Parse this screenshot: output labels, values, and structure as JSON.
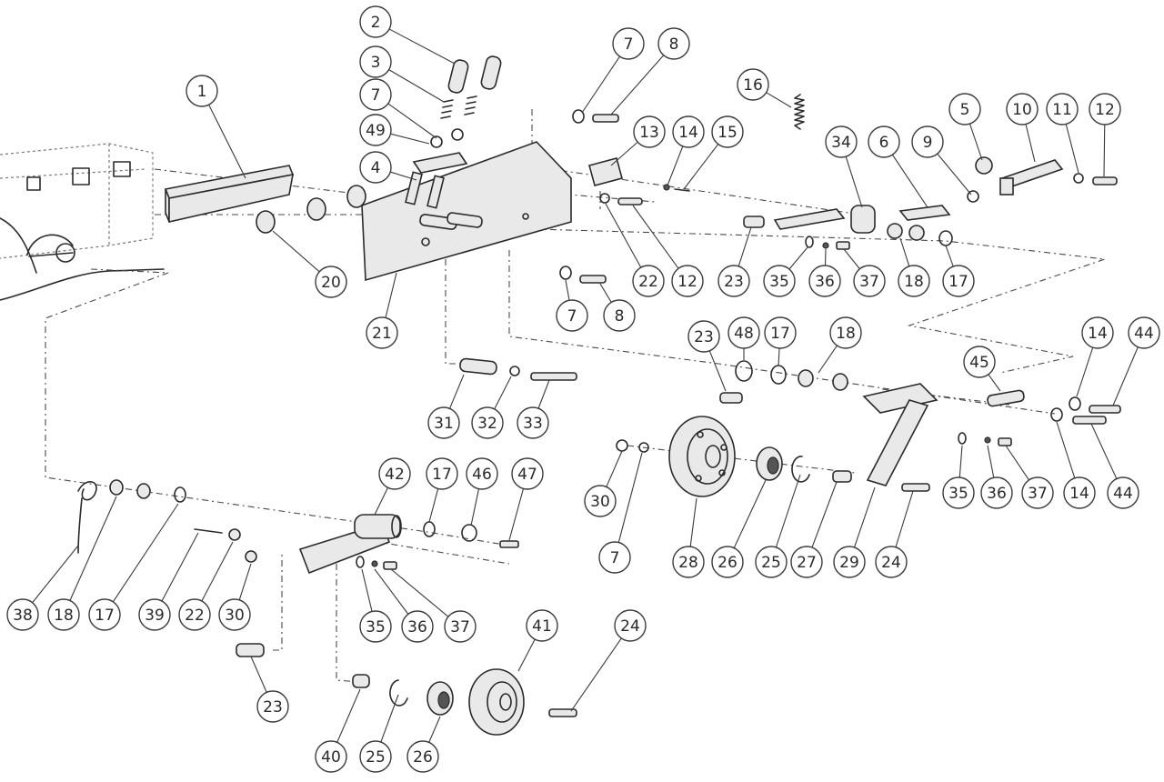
{
  "callouts": [
    {
      "id": "c1",
      "number": "1"
    },
    {
      "id": "c2",
      "number": "2"
    },
    {
      "id": "c3",
      "number": "3"
    },
    {
      "id": "c7a",
      "number": "7"
    },
    {
      "id": "c49",
      "number": "49"
    },
    {
      "id": "c4",
      "number": "4"
    },
    {
      "id": "c7b",
      "number": "7"
    },
    {
      "id": "c8a",
      "number": "8"
    },
    {
      "id": "c16",
      "number": "16"
    },
    {
      "id": "c13",
      "number": "13"
    },
    {
      "id": "c14a",
      "number": "14"
    },
    {
      "id": "c15",
      "number": "15"
    },
    {
      "id": "c34",
      "number": "34"
    },
    {
      "id": "c6",
      "number": "6"
    },
    {
      "id": "c9",
      "number": "9"
    },
    {
      "id": "c5",
      "number": "5"
    },
    {
      "id": "c10",
      "number": "10"
    },
    {
      "id": "c11",
      "number": "11"
    },
    {
      "id": "c12a",
      "number": "12"
    },
    {
      "id": "c20",
      "number": "20"
    },
    {
      "id": "c21",
      "number": "21"
    },
    {
      "id": "c22a",
      "number": "22"
    },
    {
      "id": "c12b",
      "number": "12"
    },
    {
      "id": "c7c",
      "number": "7"
    },
    {
      "id": "c8b",
      "number": "8"
    },
    {
      "id": "c23a",
      "number": "23"
    },
    {
      "id": "c35a",
      "number": "35"
    },
    {
      "id": "c36a",
      "number": "36"
    },
    {
      "id": "c37a",
      "number": "37"
    },
    {
      "id": "c18a",
      "number": "18"
    },
    {
      "id": "c17a",
      "number": "17"
    },
    {
      "id": "c23b",
      "number": "23"
    },
    {
      "id": "c48",
      "number": "48"
    },
    {
      "id": "c17b",
      "number": "17"
    },
    {
      "id": "c18b",
      "number": "18"
    },
    {
      "id": "c45",
      "number": "45"
    },
    {
      "id": "c14b",
      "number": "14"
    },
    {
      "id": "c44a",
      "number": "44"
    },
    {
      "id": "c31",
      "number": "31"
    },
    {
      "id": "c32",
      "number": "32"
    },
    {
      "id": "c33",
      "number": "33"
    },
    {
      "id": "c42",
      "number": "42"
    },
    {
      "id": "c17c",
      "number": "17"
    },
    {
      "id": "c46",
      "number": "46"
    },
    {
      "id": "c47",
      "number": "47"
    },
    {
      "id": "c30a",
      "number": "30"
    },
    {
      "id": "c7d",
      "number": "7"
    },
    {
      "id": "c28",
      "number": "28"
    },
    {
      "id": "c26a",
      "number": "26"
    },
    {
      "id": "c25a",
      "number": "25"
    },
    {
      "id": "c27",
      "number": "27"
    },
    {
      "id": "c29",
      "number": "29"
    },
    {
      "id": "c24a",
      "number": "24"
    },
    {
      "id": "c35b",
      "number": "35"
    },
    {
      "id": "c36b",
      "number": "36"
    },
    {
      "id": "c37b",
      "number": "37"
    },
    {
      "id": "c14c",
      "number": "14"
    },
    {
      "id": "c44b",
      "number": "44"
    },
    {
      "id": "c38",
      "number": "38"
    },
    {
      "id": "c18c",
      "number": "18"
    },
    {
      "id": "c17d",
      "number": "17"
    },
    {
      "id": "c39",
      "number": "39"
    },
    {
      "id": "c22b",
      "number": "22"
    },
    {
      "id": "c30b",
      "number": "30"
    },
    {
      "id": "c35c",
      "number": "35"
    },
    {
      "id": "c36c",
      "number": "36"
    },
    {
      "id": "c37c",
      "number": "37"
    },
    {
      "id": "c41",
      "number": "41"
    },
    {
      "id": "c24b",
      "number": "24"
    },
    {
      "id": "c23c",
      "number": "23"
    },
    {
      "id": "c40",
      "number": "40"
    },
    {
      "id": "c25b",
      "number": "25"
    },
    {
      "id": "c26b",
      "number": "26"
    }
  ]
}
